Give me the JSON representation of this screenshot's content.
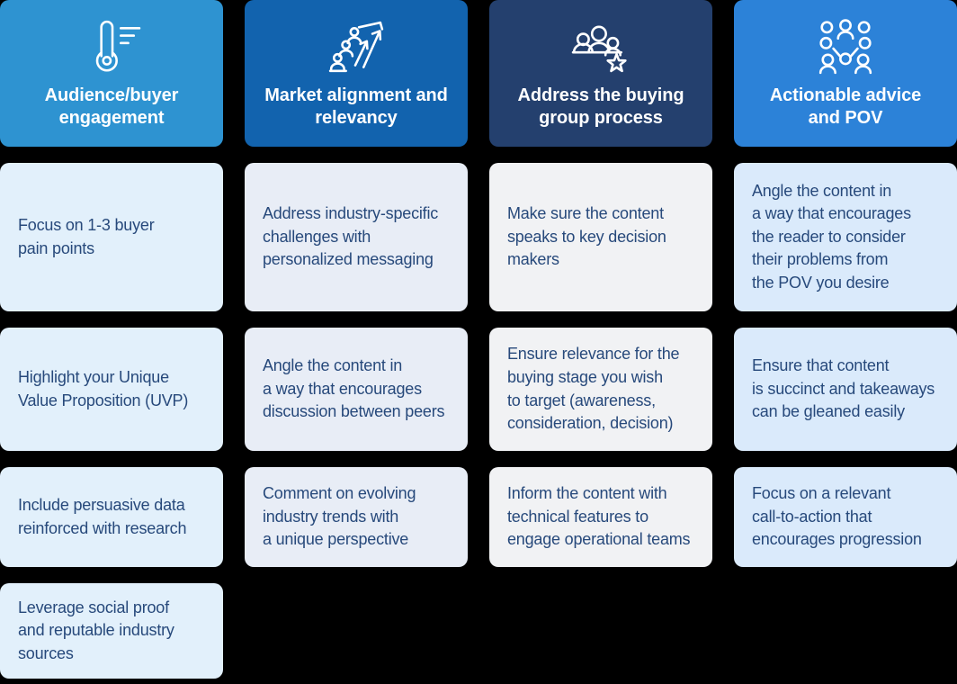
{
  "page": {
    "background": "#000000",
    "description_title": ""
  },
  "colors": {
    "header1": "#2E93D1",
    "header2": "#1263AE",
    "header3": "#24406E",
    "header4": "#2C82D8",
    "body1": "#E2F0FB",
    "body2": "#E8EDF6",
    "body3": "#F1F2F4",
    "body4": "#DAEAFB",
    "text": "#27497B",
    "header_text": "#FFFFFF",
    "page_bg": "#000000"
  },
  "columns": [
    {
      "id": "audience-buyer-engagement",
      "header": {
        "label": "Audience/buyer\nengagement",
        "icon": "thermometer-gauge-icon",
        "color": "#2E93D1"
      },
      "card_color": "#E2F0FB",
      "cards": [
        "Focus on 1-3 buyer\npain points",
        "Highlight your Unique\nValue Proposition (UVP)",
        "Include persuasive data\nreinforced with research",
        "Leverage social proof\nand reputable industry\nsources"
      ]
    },
    {
      "id": "market-alignment-relevancy",
      "header": {
        "label": "Market alignment and\nrelevancy",
        "icon": "growth-arrows-people-icon",
        "color": "#1263AE"
      },
      "card_color": "#E8EDF6",
      "cards": [
        "Address industry-specific\nchallenges with\npersonalized messaging",
        "Angle the content in\na way that encourages\ndiscussion between peers",
        "Comment on evolving\nindustry trends with\na unique perspective"
      ]
    },
    {
      "id": "buying-group-process",
      "header": {
        "label": "Address the buying\ngroup process",
        "icon": "buying-group-star-icon",
        "color": "#24406E"
      },
      "card_color": "#F1F2F4",
      "cards": [
        "Make sure the content\nspeaks to key decision\nmakers",
        "Ensure relevance for the\nbuying stage you wish\nto target (awareness,\nconsideration, decision)",
        "Inform the content with\ntechnical features to\nengage operational teams"
      ]
    },
    {
      "id": "actionable-advice-pov",
      "header": {
        "label": "Actionable advice\nand POV",
        "icon": "people-network-icon",
        "color": "#2C82D8"
      },
      "card_color": "#DAEAFB",
      "cards": [
        "Angle the content in\na way that encourages\nthe reader to consider\ntheir problems from\nthe POV you desire",
        "Ensure that content\nis succinct and takeaways\ncan be gleaned easily",
        "Focus on a relevant\ncall-to-action that\nencourages progression"
      ]
    }
  ]
}
